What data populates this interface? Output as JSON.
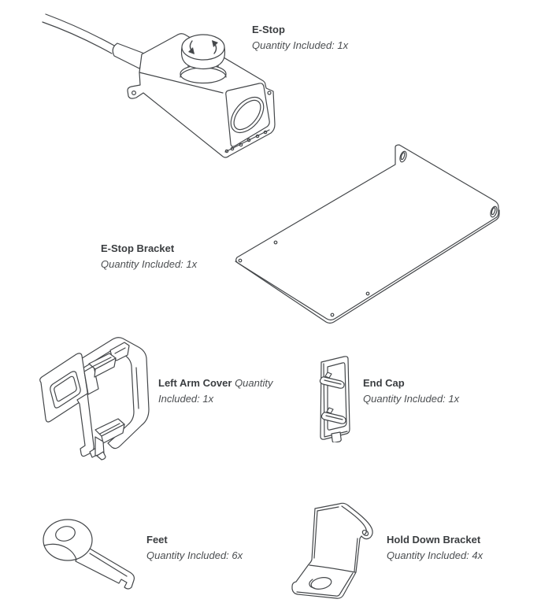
{
  "page": {
    "background": "#ffffff",
    "line_color": "#44474a",
    "name_color": "#3a3d40",
    "quantity_color": "#4b4e51"
  },
  "parts": [
    {
      "id": "e-stop",
      "name": "E-Stop",
      "quantity": "Quantity Included: 1x",
      "alt": "e-stop-isometric-drawing"
    },
    {
      "id": "e-stop-bracket",
      "name": "E-Stop Bracket",
      "quantity": "Quantity Included: 1x",
      "alt": "e-stop-bracket-plate-drawing"
    },
    {
      "id": "left-arm-cover",
      "name": "Left Arm Cover",
      "quantity": "Quantity Included: 1x",
      "alt": "left-arm-cover-drawing"
    },
    {
      "id": "end-cap",
      "name": "End Cap",
      "quantity": "Quantity Included: 1x",
      "alt": "end-cap-drawing"
    },
    {
      "id": "feet",
      "name": "Feet",
      "quantity": "Quantity Included: 6x",
      "alt": "feet-drawing"
    },
    {
      "id": "hold-down-bracket",
      "name": "Hold Down Bracket",
      "quantity": "Quantity Included: 4x",
      "alt": "hold-down-bracket-drawing"
    }
  ]
}
